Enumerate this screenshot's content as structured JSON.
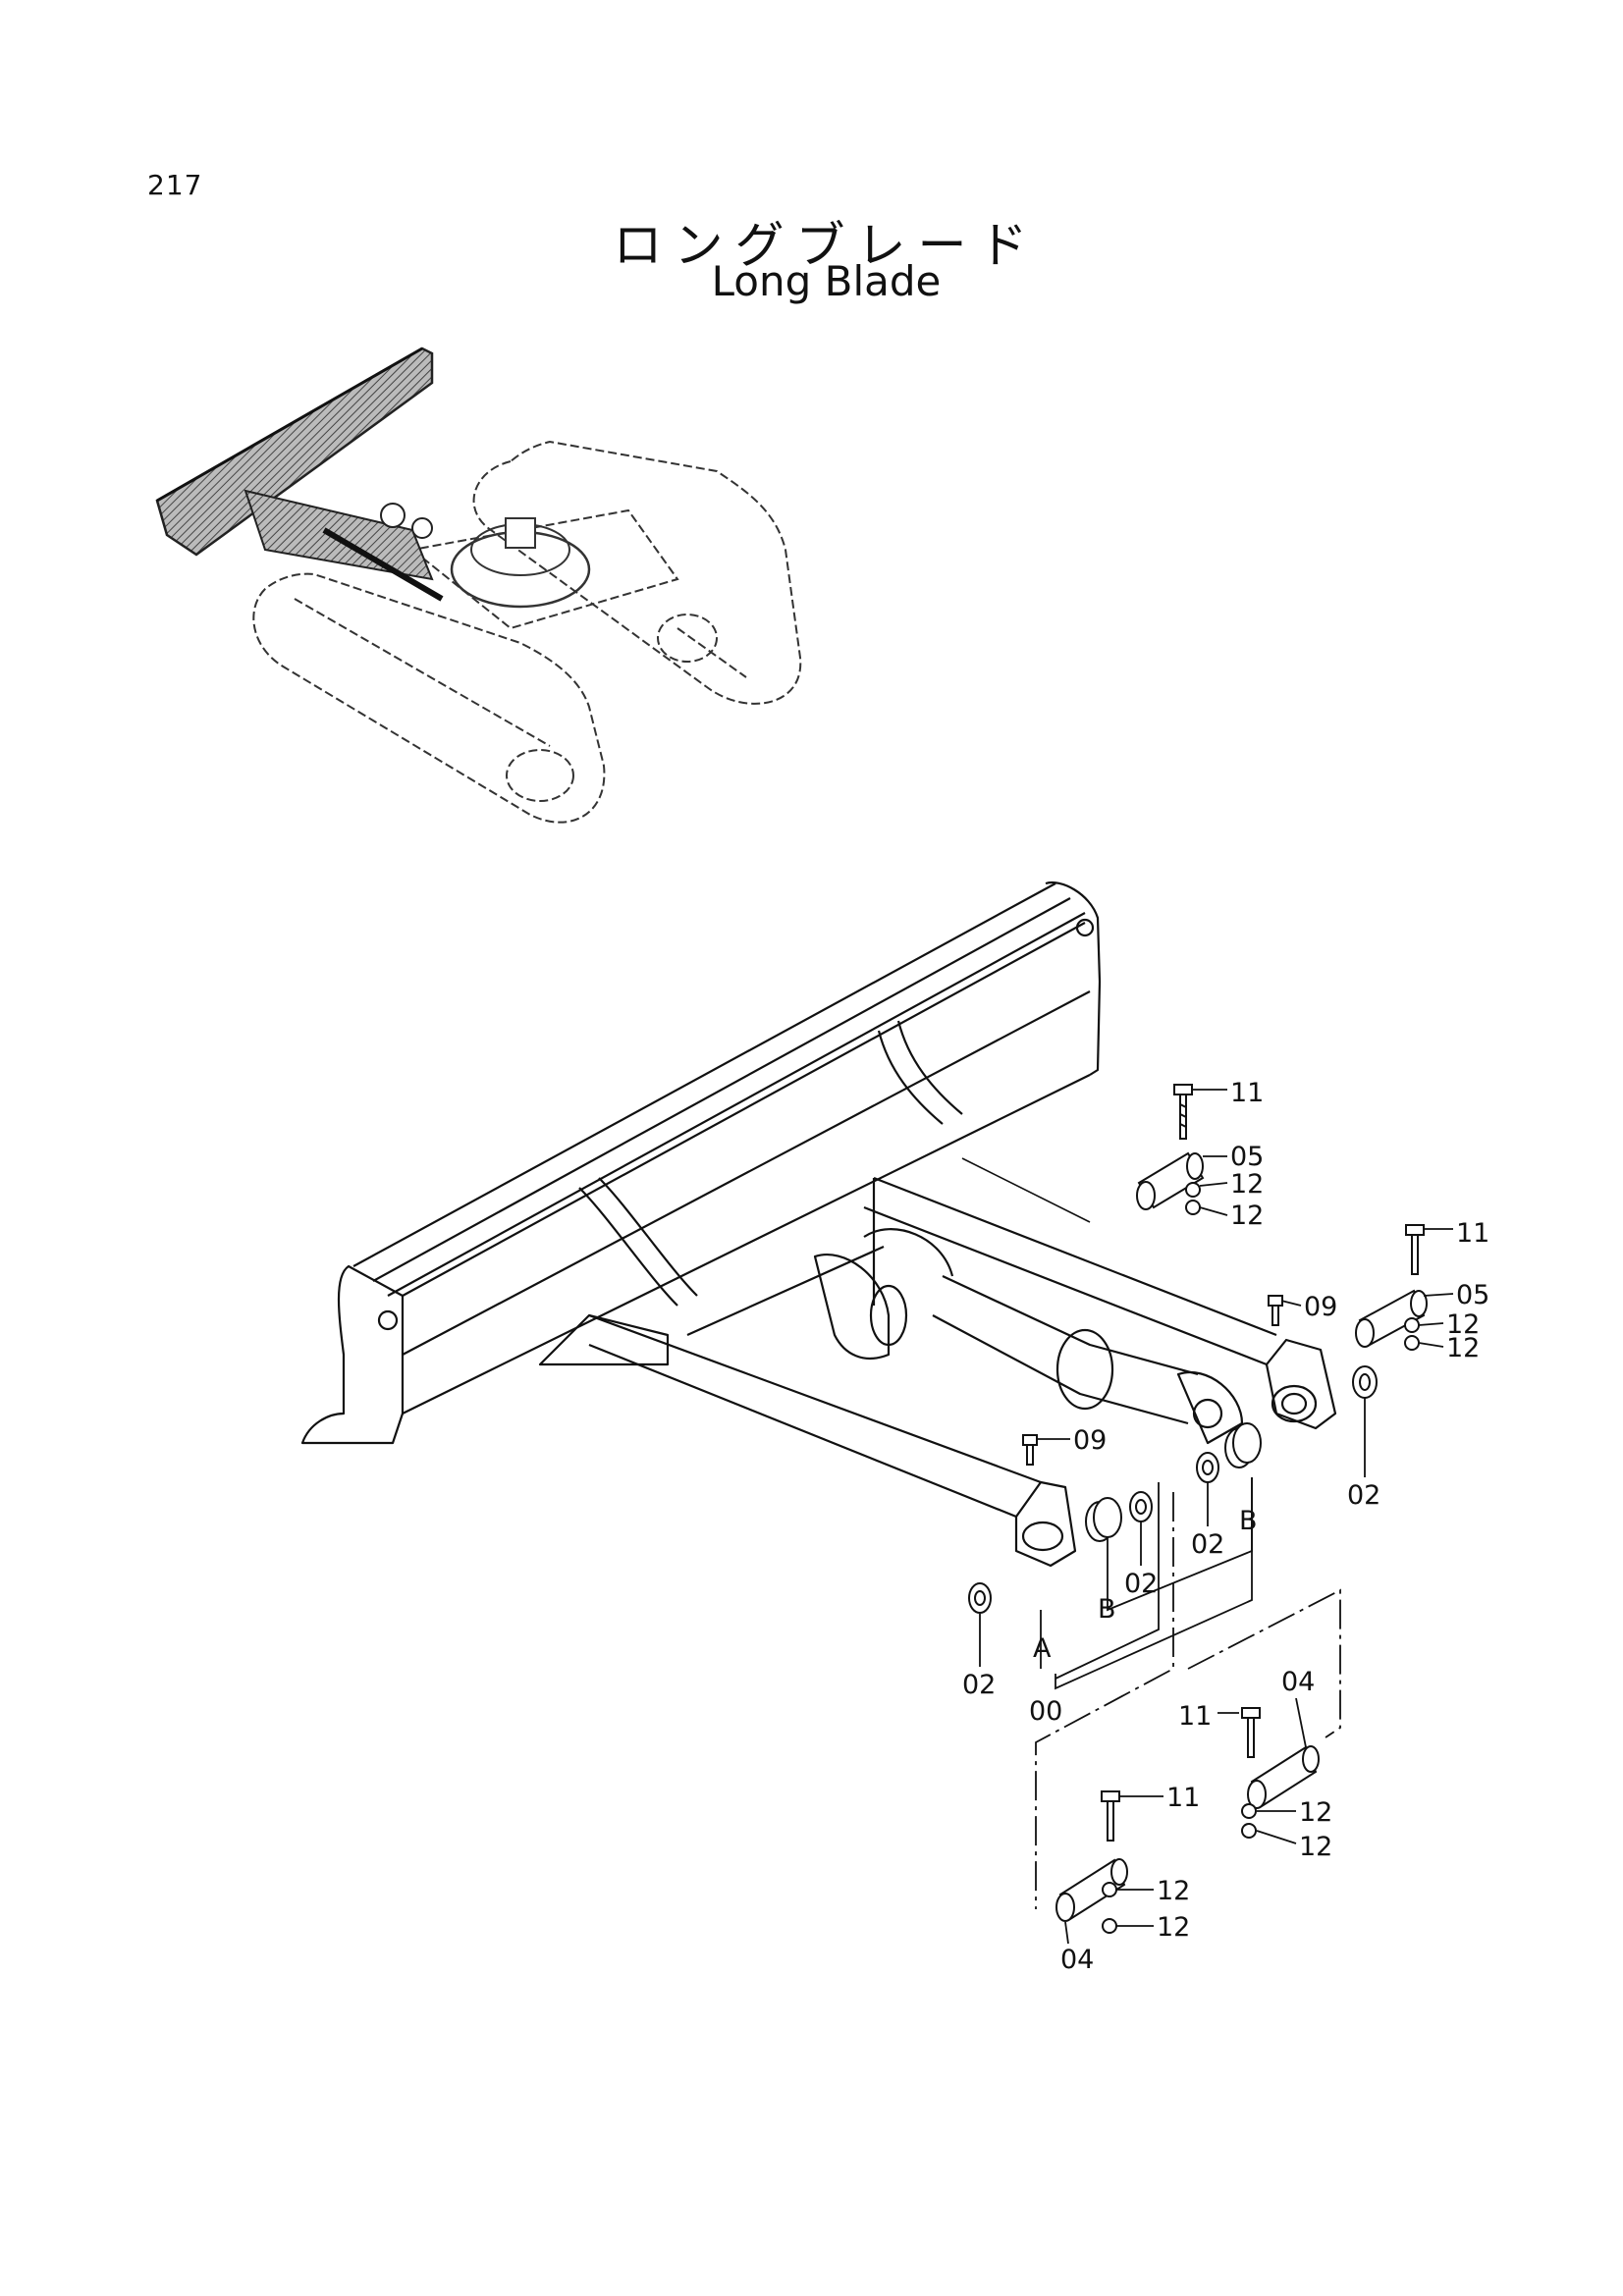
{
  "header": {
    "page_number": "217",
    "title_jp": "ロングブレード",
    "title_en": "Long Blade"
  },
  "callouts": {
    "c11a": "11",
    "c05a": "05",
    "c12a": "12",
    "c12b": "12",
    "c11b": "11",
    "c09a": "09",
    "c05b": "05",
    "c12c": "12",
    "c12d": "12",
    "c02a": "02",
    "c09b": "09",
    "c02b": "02",
    "cBa": "B",
    "c02c": "02",
    "cBb": "B",
    "cA": "A",
    "c02d": "02",
    "c00": "00",
    "c04a": "04",
    "c11c": "11",
    "c12e": "12",
    "c12f": "12",
    "c11d": "11",
    "c12g": "12",
    "c12h": "12",
    "c04b": "04"
  }
}
